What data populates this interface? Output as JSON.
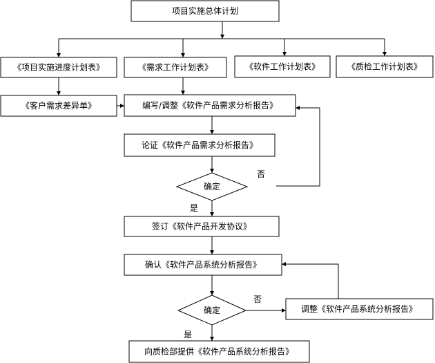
{
  "nodes": {
    "overall_plan": "项目实施总体计划",
    "progress_plan": "《项目实施进度计划表》",
    "req_plan": "《需求工作计划表》",
    "sw_plan": "《软件工作计划表》",
    "qa_plan": "《质检工作计划表》",
    "customer_diff": "《客户需求差异单》",
    "write_req": "编写/调整《软件产品需求分析报告》",
    "review_req": "论证《软件产品需求分析报告》",
    "confirm1": "确定",
    "sign_agreement": "签订《软件产品开发协议》",
    "confirm_sys": "确认《软件产品系统分析报告》",
    "confirm2": "确定",
    "adjust_sys": "调整《软件产品系统分析报告》",
    "provide_qa": "向质检部提供《软件产品系统分析报告》"
  },
  "edge_labels": {
    "no1": "否",
    "yes1": "是",
    "no2": "否",
    "yes2": "是"
  },
  "colors": {
    "stroke": "#000000",
    "background": "#ffffff"
  }
}
